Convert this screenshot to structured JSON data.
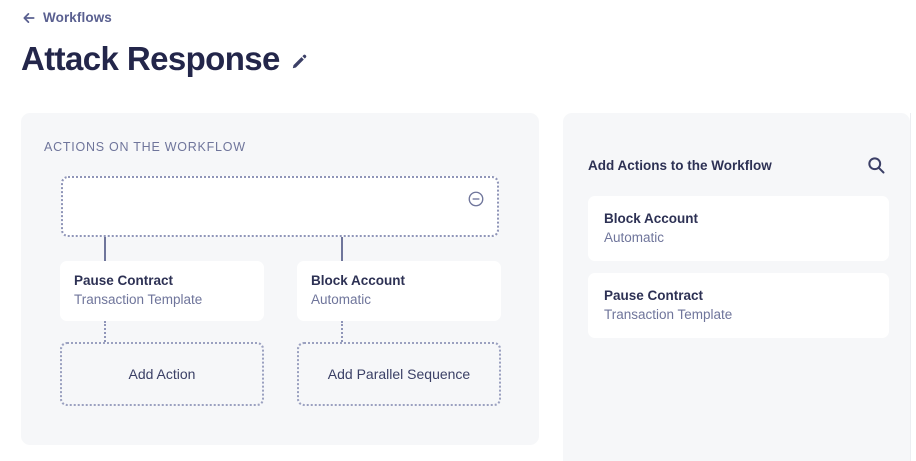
{
  "breadcrumb": {
    "icon": "arrow-left-icon",
    "label": "Workflows"
  },
  "header": {
    "title": "Attack Response",
    "edit_icon": "pencil-icon"
  },
  "left_panel": {
    "section_label": "ACTIONS ON THE WORKFLOW",
    "root_node": {
      "label": "",
      "remove_icon": "minus-circle-icon"
    },
    "branches": [
      {
        "card": {
          "title": "Pause Contract",
          "subtitle": "Transaction Template"
        },
        "add_button": "Add Action"
      },
      {
        "card": {
          "title": "Block Account",
          "subtitle": "Automatic"
        },
        "add_button": "Add Parallel Sequence"
      }
    ]
  },
  "right_panel": {
    "title": "Add Actions to the Workflow",
    "search_icon": "search-icon",
    "items": [
      {
        "title": "Block Account",
        "subtitle": "Automatic"
      },
      {
        "title": "Pause Contract",
        "subtitle": "Transaction Template"
      }
    ]
  },
  "colors": {
    "panel_background": "#f6f7f9",
    "card_background": "#ffffff",
    "text_primary": "#2d3154",
    "text_muted": "#6f759b",
    "border_dashed": "#8f95b8"
  }
}
